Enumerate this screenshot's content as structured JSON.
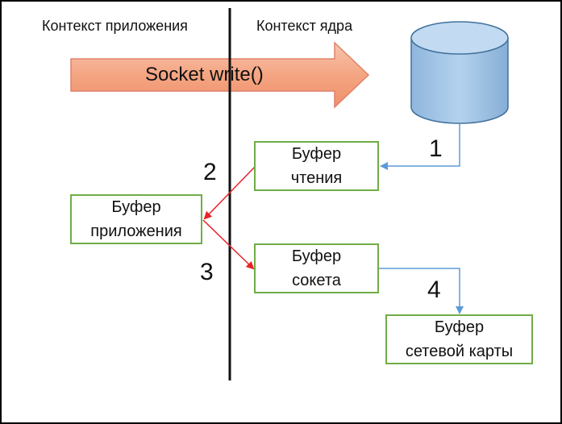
{
  "headers": {
    "app_context": "Контекст приложения",
    "kernel_context": "Контекст ядра"
  },
  "big_arrow_label": "Socket write()",
  "buffers": {
    "read": [
      "Буфер",
      "чтения"
    ],
    "app": [
      "Буфер",
      "приложения"
    ],
    "socket": [
      "Буфер",
      "сокета"
    ],
    "nic": [
      "Буфер",
      "сетевой карты"
    ]
  },
  "steps": {
    "s1": "1",
    "s2": "2",
    "s3": "3",
    "s4": "4"
  },
  "colors": {
    "box_border": "#70ad47",
    "red_arrow": "#e8232a",
    "blue_arrow": "#5b9bd5",
    "big_arrow_fill": "#f4a582",
    "big_arrow_stroke": "#e0826a",
    "cylinder_fill": "#9dc3e6",
    "cylinder_stroke": "#41719c"
  }
}
